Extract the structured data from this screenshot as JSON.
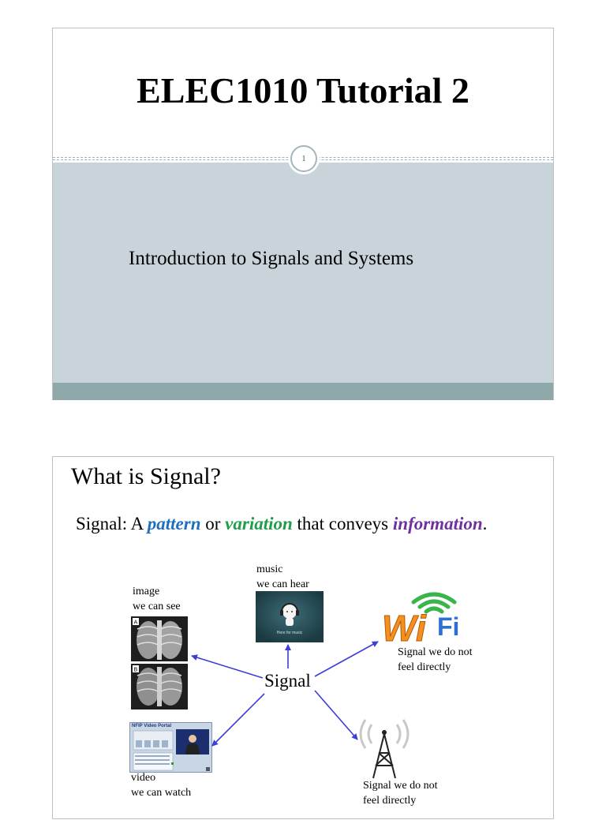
{
  "slide1": {
    "title": "ELEC1010 Tutorial 2",
    "page_number": "1",
    "subtitle": "Introduction to Signals and Systems"
  },
  "slide2": {
    "title": "What is Signal?",
    "definition": {
      "prefix": "Signal: A ",
      "word1": "pattern",
      "mid1": " or ",
      "word2": "variation",
      "mid2": " that conveys ",
      "word3": "information",
      "suffix": "."
    },
    "center_label": "Signal",
    "labels": {
      "image_line1": "image",
      "image_line2": "we can see",
      "music_line1": "music",
      "music_line2": "we can hear",
      "wifi_line1": "Signal we do not",
      "wifi_line2": "feel directly",
      "video_line1": "video",
      "video_line2": "we can watch",
      "tower_line1": "Signal we do not",
      "tower_line2": "feel directly"
    },
    "images": {
      "music_caption": "Here for music",
      "xray_label_a": "A",
      "xray_label_b": "B",
      "video_header": "NFIP Video Portal",
      "wifi_text_wi": "Wi",
      "wifi_text_fi": "Fi"
    },
    "colors": {
      "pattern": "#1f6fbf",
      "variation": "#1f9e4a",
      "information": "#7030a0",
      "arrow": "#3b3fd6"
    }
  }
}
